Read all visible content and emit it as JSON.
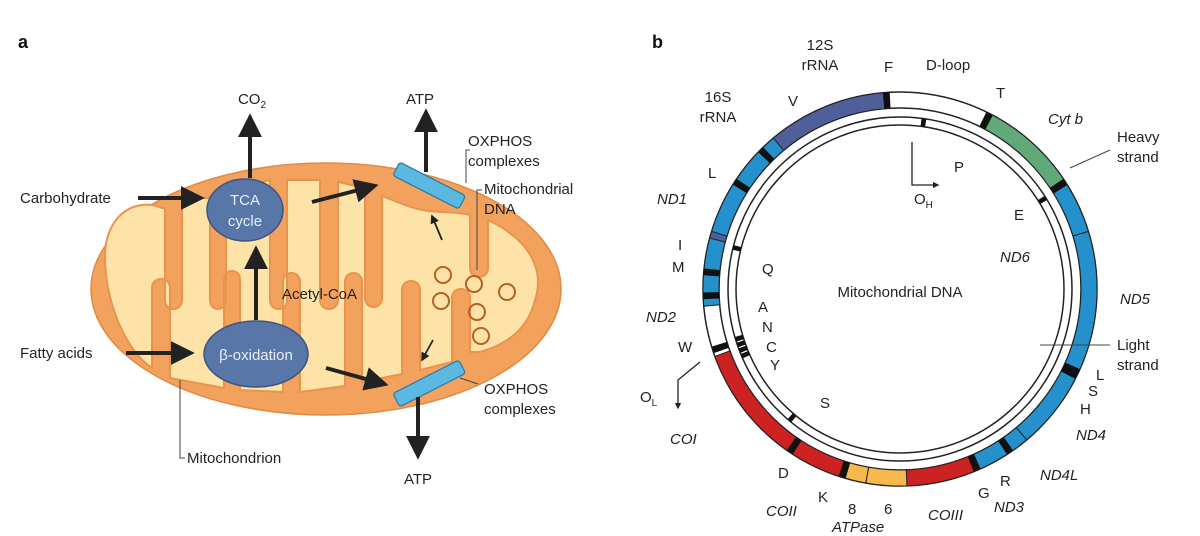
{
  "panel_a": {
    "letter": "a",
    "co2_base": "CO",
    "co2_sub": "2",
    "atp_top": "ATP",
    "atp_bottom": "ATP",
    "oxphos_top_1": "OXPHOS",
    "oxphos_top_2": "complexes",
    "oxphos_bottom_1": "OXPHOS",
    "oxphos_bottom_2": "complexes",
    "mito_dna_1": "Mitochondrial",
    "mito_dna_2": "DNA",
    "carbohydrate": "Carbohydrate",
    "tca_1": "TCA",
    "tca_2": "cycle",
    "acetyl_coa": "Acetyl-CoA",
    "fatty_acids": "Fatty acids",
    "beta_ox": "β-oxidation",
    "mitochondrion": "Mitochondrion"
  },
  "panel_b": {
    "letter": "b",
    "center_label": "Mitochondrial DNA",
    "rrna12_1": "12S",
    "rrna12_2": "rRNA",
    "rrna16_1": "16S",
    "rrna16_2": "rRNA",
    "dloop": "D-loop",
    "cytb": "Cyt b",
    "heavy_1": "Heavy",
    "heavy_2": "strand",
    "light_1": "Light",
    "light_2": "strand",
    "oh_base": "O",
    "oh_sub": "H",
    "ol_base": "O",
    "ol_sub": "L",
    "nd1": "ND1",
    "nd2": "ND2",
    "nd3": "ND3",
    "nd4": "ND4",
    "nd4l": "ND4L",
    "nd5": "ND5",
    "nd6": "ND6",
    "co1": "COI",
    "co2": "COII",
    "co3": "COIII",
    "atpase": "ATPase",
    "atp8": "8",
    "atp6": "6",
    "t_F": "F",
    "t_T": "T",
    "t_V": "V",
    "t_L1": "L",
    "t_P": "P",
    "t_E": "E",
    "t_I": "I",
    "t_M": "M",
    "t_Q": "Q",
    "t_A": "A",
    "t_N": "N",
    "t_C": "C",
    "t_Y": "Y",
    "t_W": "W",
    "t_S1": "S",
    "t_L2": "L",
    "t_S2": "S",
    "t_H": "H",
    "t_R": "R",
    "t_G": "G",
    "t_K": "K",
    "t_D": "D"
  },
  "colors": {
    "outer_membrane": "#f2a25c",
    "matrix": "#fde3a8",
    "enzyme_blue": "#5877a8",
    "oxphos_cyan": "#5bb8e0",
    "rrna_purple": "#4e5f9a",
    "nd_blue": "#2490cc",
    "cyt_green": "#62a97a",
    "co_red": "#cc2222",
    "atp_yellow": "#f7b94e",
    "trna_black": "#111111"
  }
}
